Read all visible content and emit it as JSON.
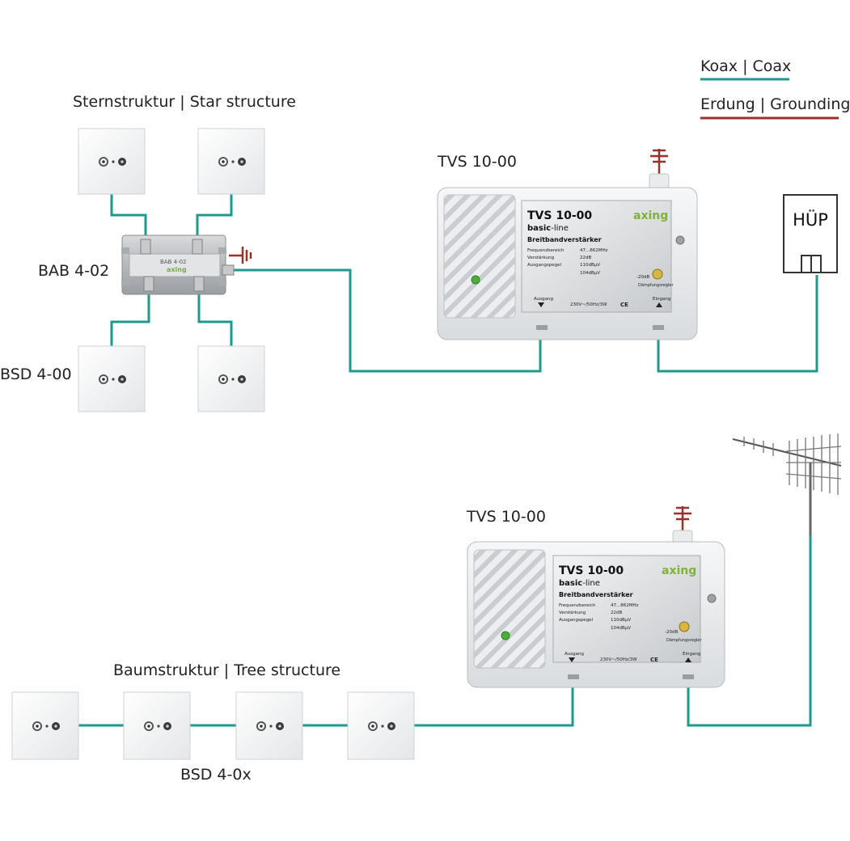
{
  "legend": {
    "coax_label": "Koax | Coax",
    "ground_label": "Erdung | Grounding",
    "coax_color": "#1e9a8e",
    "ground_color": "#9b2f2a"
  },
  "star": {
    "title": "Sternstruktur | Star structure",
    "splitter_label": "BAB 4-02",
    "socket_label": "BSD 4-00",
    "splitter_print": "BAB 4-02",
    "splitter_brand": "axing"
  },
  "tree": {
    "title": "Baumstruktur | Tree structure",
    "socket_label": "BSD 4-0x"
  },
  "house_transfer": {
    "label": "HÜP"
  },
  "amplifier": {
    "label": "TVS 10-00",
    "model": "TVS 10-00",
    "brand": "axing",
    "line_bold": "basic",
    "line_rest": "-line",
    "type": "Breitbandverstärker",
    "spec_rows": [
      {
        "name": "Frequenzbereich",
        "value": "47...862MHz"
      },
      {
        "name": "Verstärkung",
        "value": "22dB"
      },
      {
        "name": "Ausgangspegel",
        "value": "110dBµV"
      },
      {
        "name": "",
        "value": "104dBµV"
      }
    ],
    "attenuation": "-20dB",
    "attenuation_label": "Dämpfungsregler",
    "output_label": "Ausgang",
    "input_label": "Eingang",
    "power": "230V~/50Hz/3W",
    "ce_mark": "CE"
  }
}
